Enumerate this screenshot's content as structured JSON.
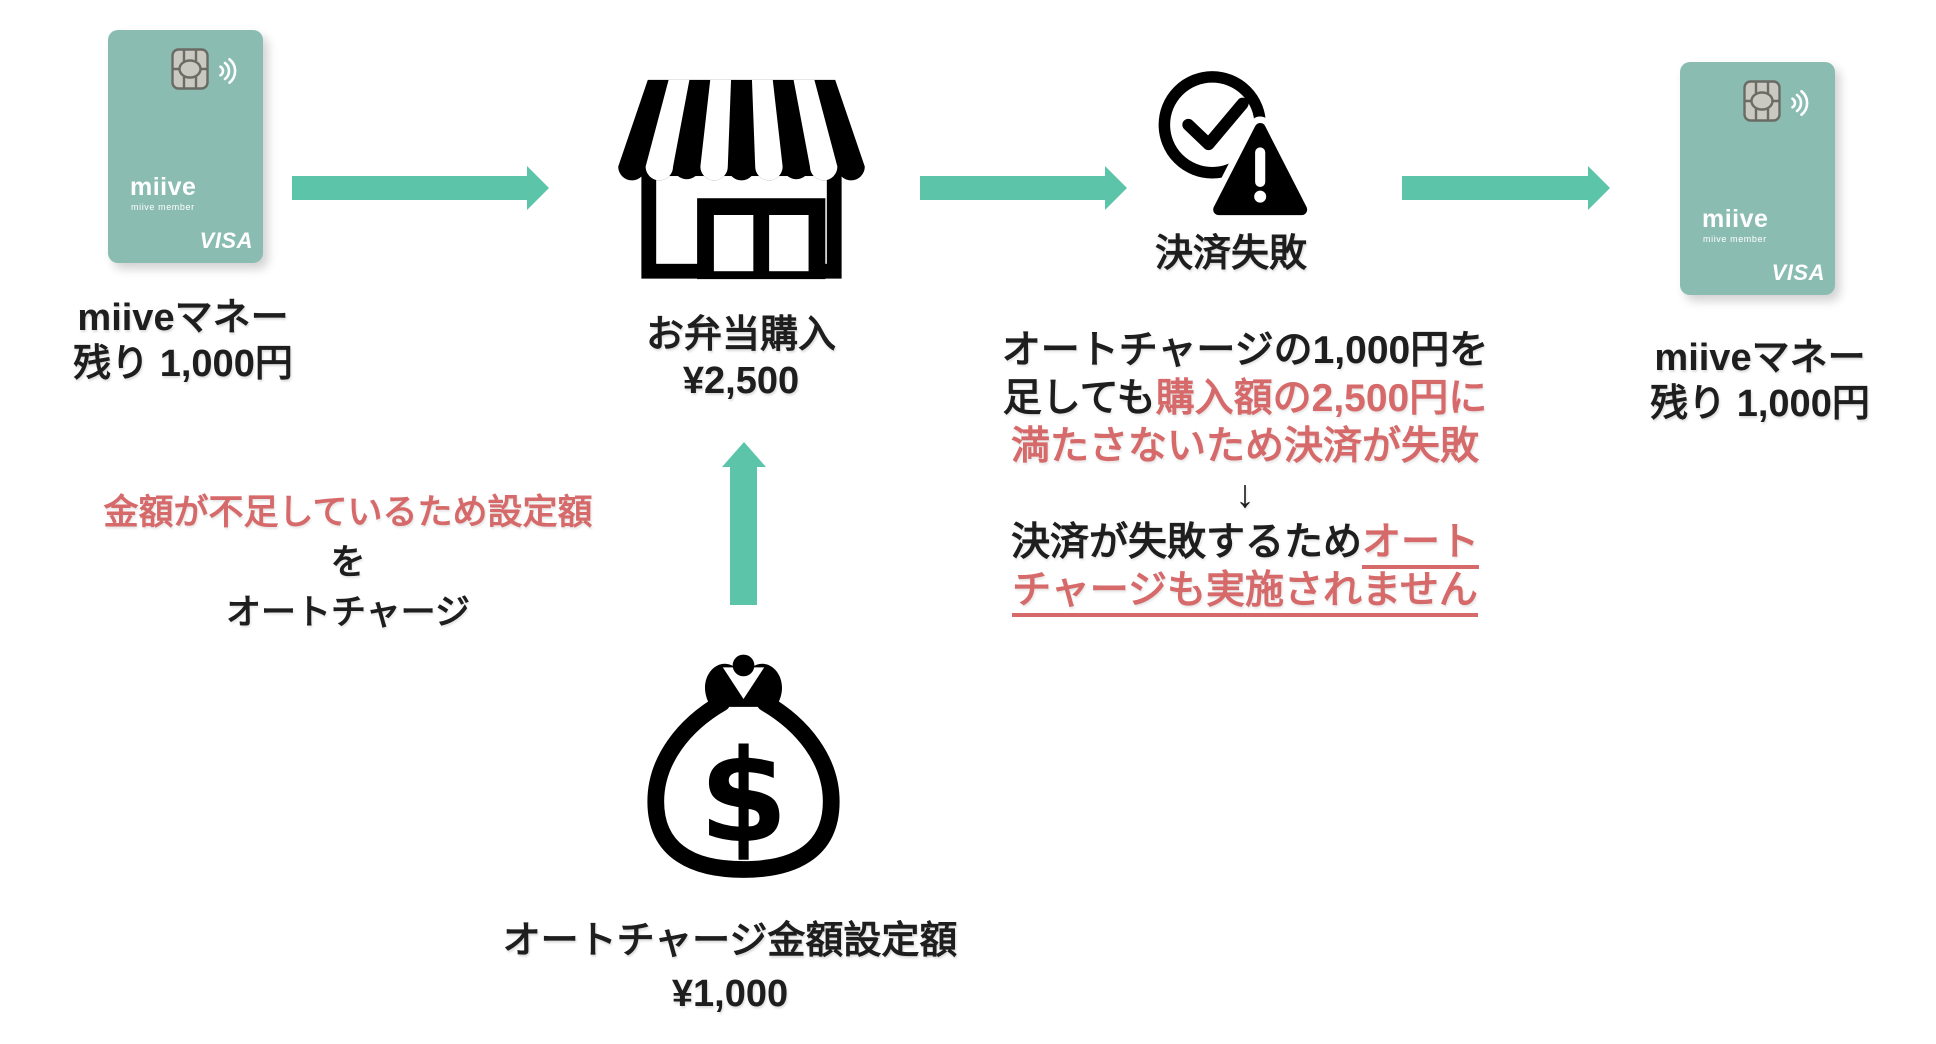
{
  "colors": {
    "accent_teal": "#5bc4a9",
    "card_background": "#8bbcb2",
    "alert_red": "#d66a6a",
    "text_black": "#1e1e1e"
  },
  "card_left": {
    "logo": "miive",
    "member": "miive member",
    "brand": "VISA",
    "caption_line1": "miiveマネー",
    "caption_line2": "残り 1,000円"
  },
  "card_right": {
    "logo": "miive",
    "member": "miive member",
    "brand": "VISA",
    "caption_line1": "miiveマネー",
    "caption_line2": "残り 1,000円"
  },
  "store": {
    "caption_line1": "お弁当購入",
    "caption_line2": "¥2,500"
  },
  "payment_failure": {
    "label": "決済失敗",
    "note": {
      "l1_black": "オートチャージの1,000円を",
      "l2_black": "足しても",
      "l2_red": "購入額の2,500円に",
      "l3_red": "満たさないため決済が失敗",
      "down_arrow": "↓",
      "l4_black": "決済が失敗するため",
      "l4_red_underlined": "オート",
      "l5_red_underlined": "チャージも実施されません"
    }
  },
  "autocharge": {
    "note_line1_red": "金額が不足しているため設定額",
    "note_line1_black": "を",
    "note_line2_black": "オートチャージ",
    "caption_line1": "オートチャージ金額設定額",
    "caption_line2": "¥1,000"
  },
  "icons": {
    "store": "storefront-icon",
    "failure": "payment-failed-icon",
    "bag": "money-bag-icon",
    "chip": "card-chip-icon",
    "nfc": "contactless-icon"
  }
}
